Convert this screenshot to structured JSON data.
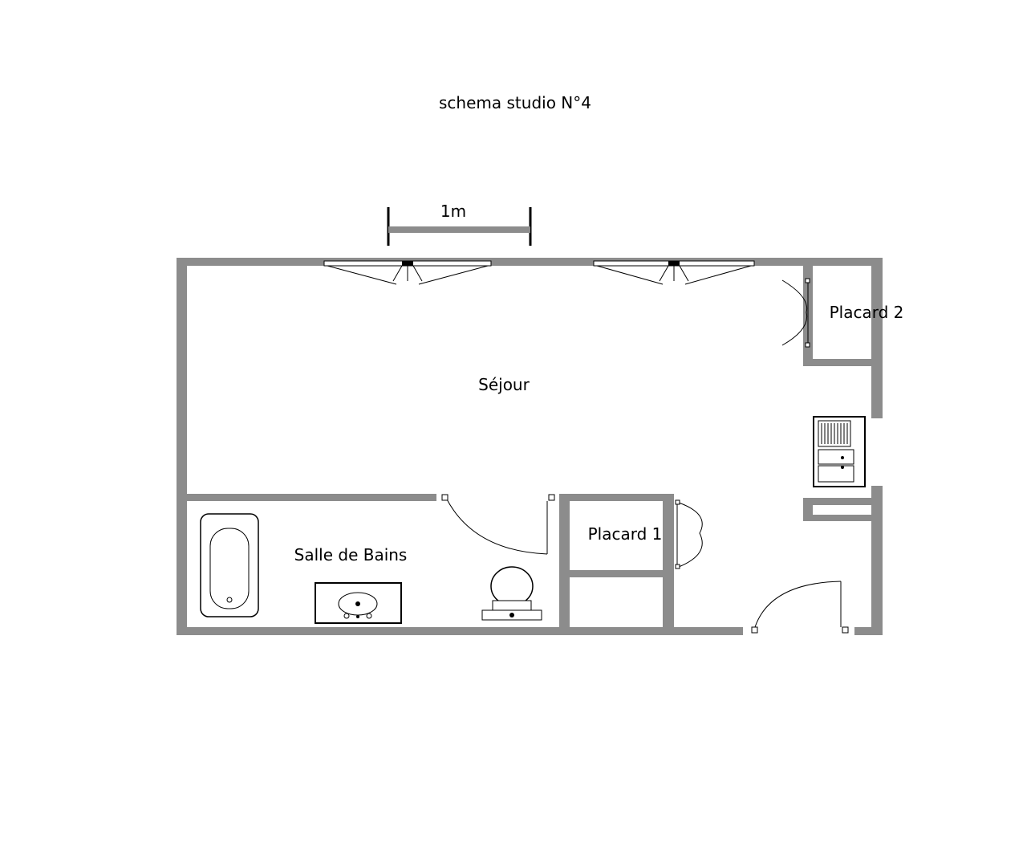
{
  "title": "schema studio N°4",
  "scale": {
    "label": "1m"
  },
  "rooms": {
    "sejour": "Séjour",
    "salle_de_bains": "Salle de Bains",
    "placard_1": "Placard 1",
    "placard_2": "Placard 2"
  },
  "colors": {
    "wall": "#8c8c8c",
    "line": "#000000",
    "background": "#ffffff"
  }
}
